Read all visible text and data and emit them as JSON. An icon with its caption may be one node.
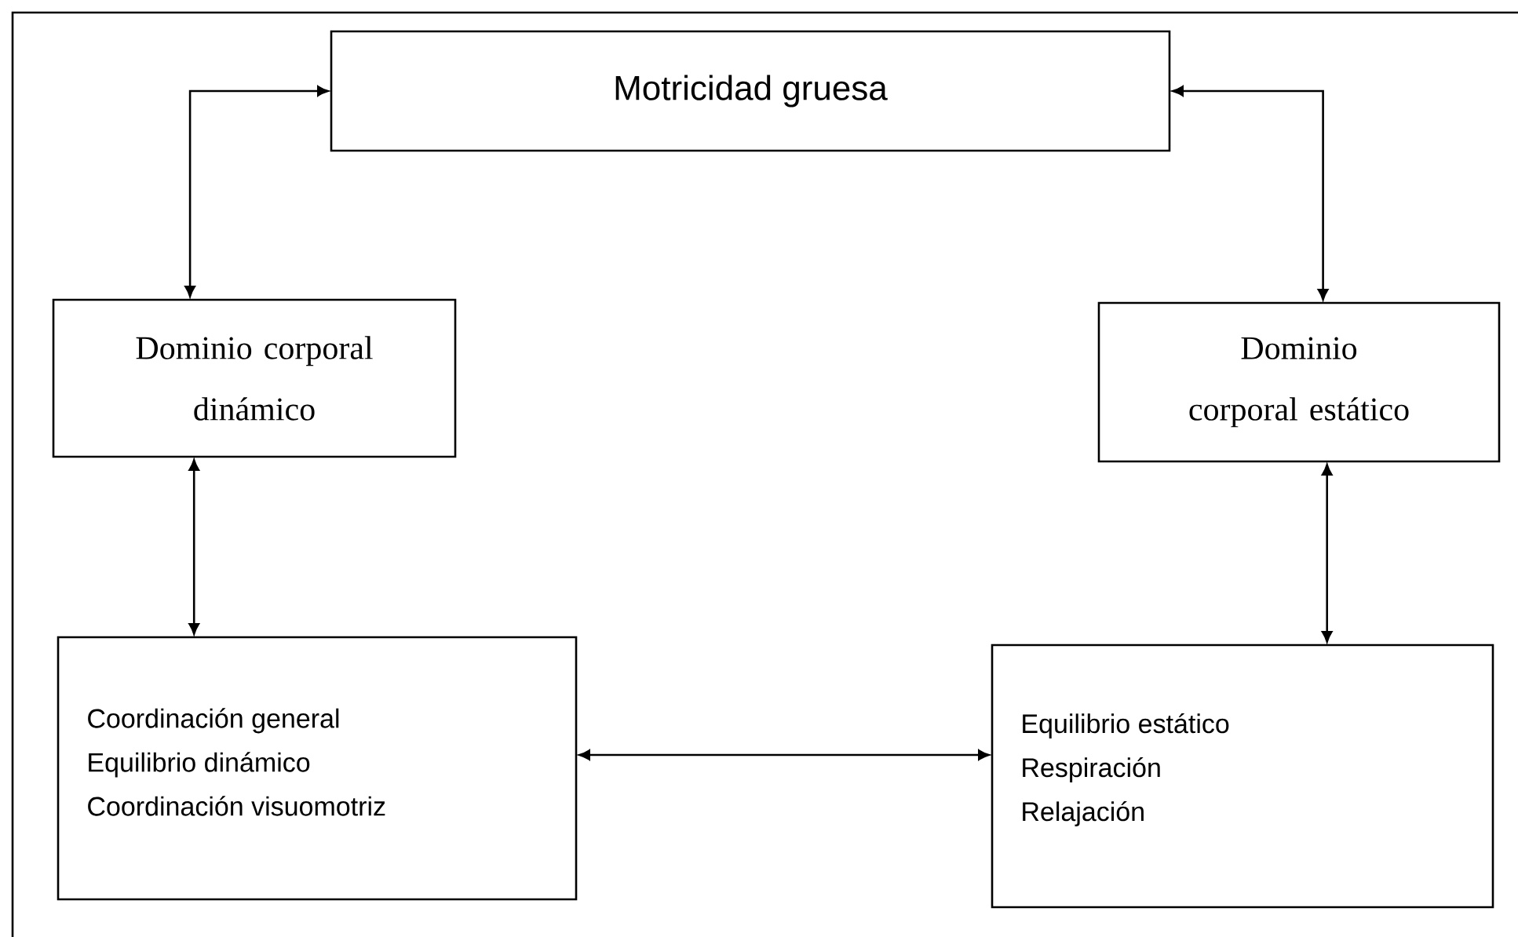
{
  "diagram": {
    "nodes": [
      {
        "text": [
          "Motricidad gruesa"
        ]
      },
      {
        "text": [
          "Dominio corporal dinámico"
        ]
      },
      {
        "text": [
          "Dominio corporal estático"
        ]
      },
      {
        "text": [
          "Coordinación general",
          "Equilibrio dinámico",
          "Coordinación visuomotriz"
        ]
      },
      {
        "text": [
          "Equilibrio estático",
          "Respiración",
          "Relajación"
        ]
      }
    ],
    "edges": [
      {
        "from": 0,
        "to": 1,
        "arrow": "both"
      },
      {
        "from": 0,
        "to": 2,
        "arrow": "both"
      },
      {
        "from": 1,
        "to": 3,
        "arrow": "both"
      },
      {
        "from": 2,
        "to": 4,
        "arrow": "both"
      },
      {
        "from": 3,
        "to": 4,
        "arrow": "both"
      }
    ]
  }
}
